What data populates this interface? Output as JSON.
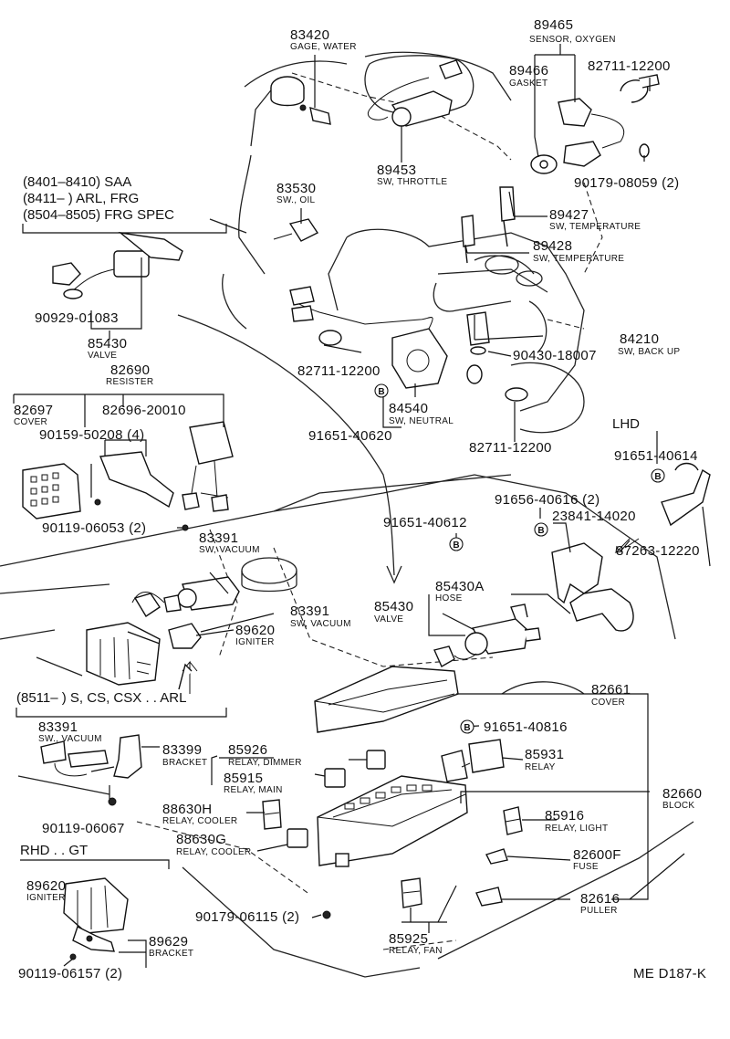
{
  "sheet_code": "ME D187-K",
  "parts": {
    "p83420": {
      "number": "83420",
      "name": "GAGE, WATER"
    },
    "p89465": {
      "number": "89465",
      "name": "SENSOR, OXYGEN"
    },
    "p89466": {
      "number": "89466",
      "name": "GASKET"
    },
    "p82711a": {
      "number": "82711-12200"
    },
    "p89453": {
      "number": "89453",
      "name": "SW, THROTTLE"
    },
    "p90179a": {
      "number": "90179-08059 (2)"
    },
    "p83530": {
      "number": "83530",
      "name": "SW., OIL"
    },
    "p89427": {
      "number": "89427",
      "name": "SW, TEMPERATURE"
    },
    "p89428": {
      "number": "89428",
      "name": "SW, TEMPERATURE"
    },
    "p90929": {
      "number": "90929-01083"
    },
    "p85430": {
      "number": "85430",
      "name": "VALVE"
    },
    "p82711b": {
      "number": "82711-12200"
    },
    "p84210": {
      "number": "84210",
      "name": "SW, BACK UP"
    },
    "p90430": {
      "number": "90430-18007"
    },
    "p82690": {
      "number": "82690",
      "name": "RESISTER"
    },
    "p82697": {
      "number": "82697",
      "name": "COVER"
    },
    "p82696": {
      "number": "82696-20010"
    },
    "p90159": {
      "number": "90159-50208 (4)"
    },
    "p84540": {
      "number": "84540",
      "name": "SW, NEUTRAL"
    },
    "p91651a": {
      "number": "91651-40620"
    },
    "p82711c": {
      "number": "82711-12200"
    },
    "p91651b": {
      "number": "91651-40614"
    },
    "p90119a": {
      "number": "90119-06053 (2)"
    },
    "p91656": {
      "number": "91656-40616 (2)"
    },
    "p23841": {
      "number": "23841-14020"
    },
    "p91651c": {
      "number": "91651-40612"
    },
    "p87263": {
      "number": "87263-12220"
    },
    "p83391a": {
      "number": "83391",
      "name": "SW, VACUUM"
    },
    "p85430A": {
      "number": "85430A",
      "name": "HOSE"
    },
    "p83391b": {
      "number": "83391",
      "name": "SW, VACUUM"
    },
    "p85430v": {
      "number": "85430",
      "name": "VALVE"
    },
    "p89620a": {
      "number": "89620",
      "name": "IGNITER"
    },
    "p82661": {
      "number": "82661",
      "name": "COVER"
    },
    "p83391c": {
      "number": "83391",
      "name": "SW., VACUUM"
    },
    "p83399": {
      "number": "83399",
      "name": "BRACKET"
    },
    "p85926": {
      "number": "85926",
      "name": "RELAY, DIMMER"
    },
    "p91651d": {
      "number": "91651-40816"
    },
    "p85931": {
      "number": "85931",
      "name": "RELAY"
    },
    "p85915": {
      "number": "85915",
      "name": "RELAY, MAIN"
    },
    "p82660": {
      "number": "82660",
      "name": "BLOCK"
    },
    "p88630H": {
      "number": "88630H",
      "name": "RELAY, COOLER"
    },
    "p90119b": {
      "number": "90119-06067"
    },
    "p85916": {
      "number": "85916",
      "name": "RELAY, LIGHT"
    },
    "p88630G": {
      "number": "88630G",
      "name": "RELAY, COOLER"
    },
    "p82600F": {
      "number": "82600F",
      "name": "FUSE"
    },
    "p89620b": {
      "number": "89620",
      "name": "IGNITER"
    },
    "p82616": {
      "number": "82616",
      "name": "PULLER"
    },
    "p90179b": {
      "number": "90179-06115 (2)"
    },
    "p89629": {
      "number": "89629",
      "name": "BRACKET"
    },
    "p85925": {
      "number": "85925",
      "name": "RELAY, FAN"
    },
    "p90119c": {
      "number": "90119-06157 (2)"
    }
  },
  "groups": {
    "saa_line1": "(8401–8410) SAA",
    "saa_line2": "(8411–        ) ARL, FRG",
    "saa_line3": "(8504–8505) FRG SPEC",
    "lhd": "LHD",
    "s_cs_csx": "(8511–        ) S, CS, CSX . . ARL",
    "rhd_gt": "RHD . . GT"
  },
  "callout_letter": "B"
}
